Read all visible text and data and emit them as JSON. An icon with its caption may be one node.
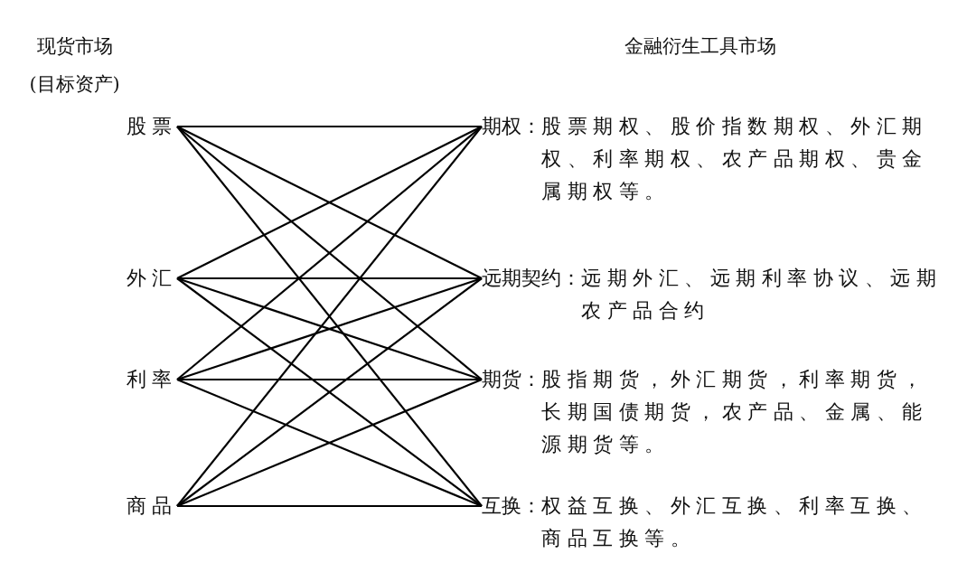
{
  "diagram": {
    "nodes": [
      {
        "text": [
          "股票"
        ]
      },
      {
        "text": [
          "外汇"
        ]
      },
      {
        "text": [
          "利率"
        ]
      },
      {
        "text": [
          "商品"
        ]
      },
      {
        "text": [
          "期权：",
          "股票期权、股价指数期权、外汇期权、利率期权、农产品期权、贵金属期权等。"
        ]
      },
      {
        "text": [
          "远期契约：",
          "远期外汇、远期利率协议、远期农产品合约"
        ]
      },
      {
        "text": [
          "期货：",
          "股指期货，外汇期货，利率期货，长期国债期货，农产品、金属、能源期货等。"
        ]
      },
      {
        "text": [
          "互换：",
          "权益互换、外汇互换、利率互换、商品互换等。"
        ]
      }
    ],
    "edges": [
      {
        "from": 0,
        "to": 4,
        "arrow": "none"
      },
      {
        "from": 0,
        "to": 5,
        "arrow": "none"
      },
      {
        "from": 0,
        "to": 6,
        "arrow": "none"
      },
      {
        "from": 0,
        "to": 7,
        "arrow": "none"
      },
      {
        "from": 1,
        "to": 4,
        "arrow": "none"
      },
      {
        "from": 1,
        "to": 5,
        "arrow": "none"
      },
      {
        "from": 1,
        "to": 6,
        "arrow": "none"
      },
      {
        "from": 1,
        "to": 7,
        "arrow": "none"
      },
      {
        "from": 2,
        "to": 4,
        "arrow": "none"
      },
      {
        "from": 2,
        "to": 5,
        "arrow": "none"
      },
      {
        "from": 2,
        "to": 6,
        "arrow": "none"
      },
      {
        "from": 2,
        "to": 7,
        "arrow": "none"
      },
      {
        "from": 3,
        "to": 4,
        "arrow": "none"
      },
      {
        "from": 3,
        "to": 5,
        "arrow": "none"
      },
      {
        "from": 3,
        "to": 6,
        "arrow": "none"
      },
      {
        "from": 3,
        "to": 7,
        "arrow": "none"
      }
    ],
    "labels": [
      "现货市场(目标资产)",
      "金融衍生工具市场"
    ]
  }
}
